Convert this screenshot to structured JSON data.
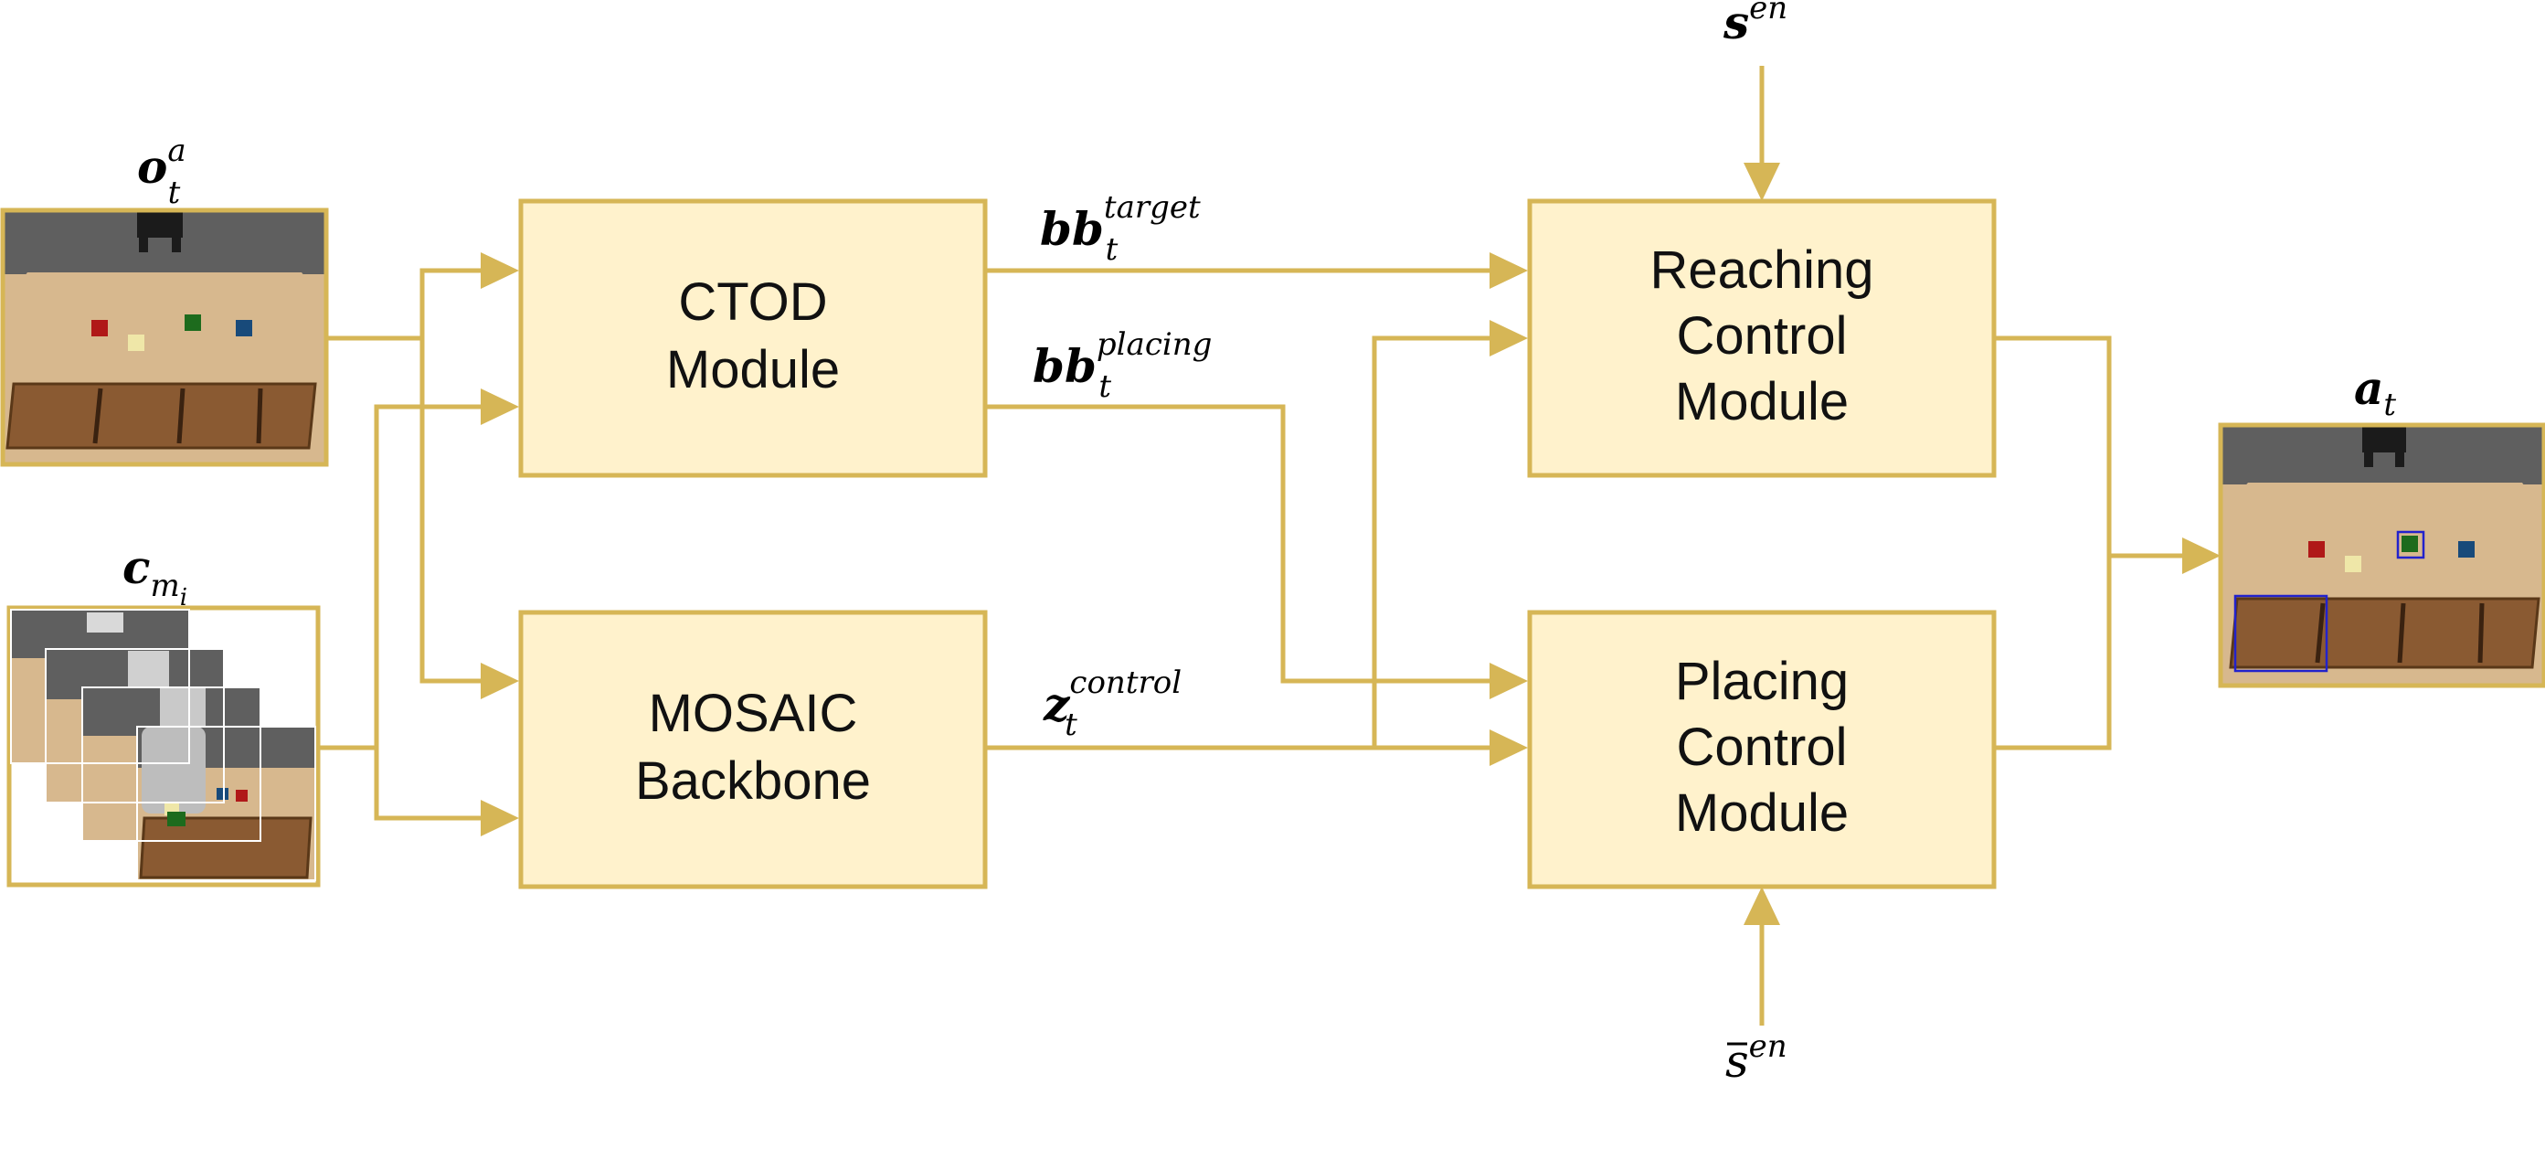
{
  "colors": {
    "box_fill": "#fff2cc",
    "box_stroke": "#d6b656",
    "arrow": "#d6b656",
    "table_wood": "#d7b88e",
    "tray_wood": "#8a5a32",
    "wall": "#5f5f5f",
    "bbox_highlight": "#2222cc"
  },
  "boxes": {
    "ctod": {
      "line1": "CTOD",
      "line2": "Module"
    },
    "mosaic": {
      "line1": "MOSAIC",
      "line2": "Backbone"
    },
    "reaching": {
      "line1": "Reaching",
      "line2": "Control",
      "line3": "Module"
    },
    "placing": {
      "line1": "Placing",
      "line2": "Control",
      "line3": "Module"
    }
  },
  "labels": {
    "obs": {
      "base": "o",
      "sup": "a",
      "sub": "t"
    },
    "ctx": {
      "base": "c",
      "sub": "m",
      "subsub": "i"
    },
    "action": {
      "base": "a",
      "sub": "t"
    },
    "bb_target": {
      "base": "bb",
      "sup": "target",
      "sub": "t"
    },
    "bb_placing": {
      "base": "bb",
      "sup": "placing",
      "sub": "t"
    },
    "z_control": {
      "base": "z",
      "sup": "control",
      "sub": "t"
    },
    "s_en": {
      "base": "s",
      "sup": "en"
    },
    "s_bar_en": {
      "base": "s",
      "sup": "en"
    }
  },
  "images": {
    "observation": {
      "icon": "robot-scene-image"
    },
    "context_frames": {
      "icon": "demo-frames-stack-image",
      "count": 4
    },
    "action_output": {
      "icon": "robot-scene-with-bboxes-image"
    }
  }
}
